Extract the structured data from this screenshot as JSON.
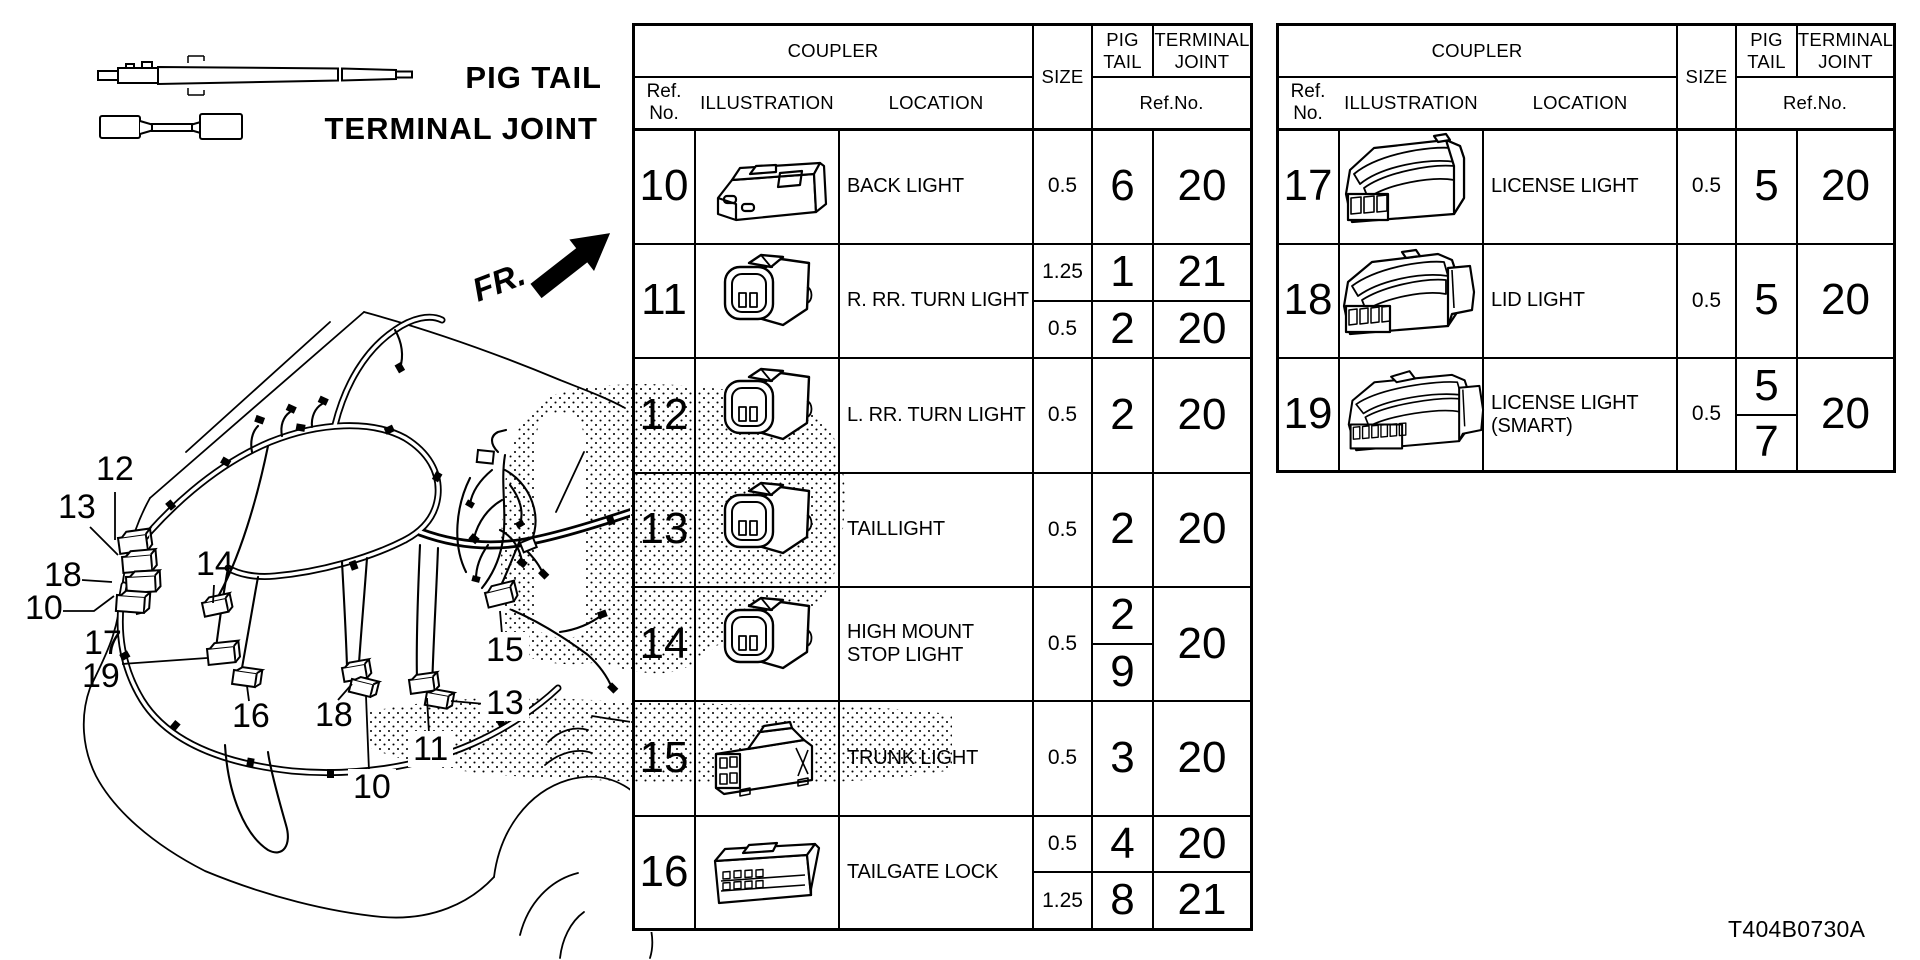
{
  "page": {
    "bg": "#ffffff",
    "ink": "#000000",
    "part_code": "T404B0730A"
  },
  "legend": {
    "pigtail_label": "PIG TAIL",
    "terminal_joint_label": "TERMINAL JOINT",
    "fr_label": "FR."
  },
  "diagram": {
    "callouts": [
      {
        "label": "12"
      },
      {
        "label": "13"
      },
      {
        "label": "18"
      },
      {
        "label": "10"
      },
      {
        "label": "14"
      },
      {
        "label": "17"
      },
      {
        "label": "19"
      },
      {
        "label": "16"
      },
      {
        "label": "18"
      },
      {
        "label": "13"
      },
      {
        "label": "11"
      },
      {
        "label": "10"
      },
      {
        "label": "15"
      }
    ]
  },
  "tables": [
    {
      "header": {
        "coupler": "COUPLER",
        "size": "SIZE",
        "pig_tail_l1": "PIG",
        "pig_tail_l2": "TAIL",
        "terminal_joint_l1": "TERMINAL",
        "terminal_joint_l2": "JOINT",
        "ref_l1": "Ref.",
        "ref_l2": "No.",
        "illustration": "ILLUSTRATION",
        "location": "LOCATION",
        "ref_no_span": "Ref.No."
      },
      "rows": [
        {
          "ref": "10",
          "location_l1": "BACK LIGHT",
          "location_l2": "",
          "entries": [
            {
              "size": "0.5",
              "pig": "6",
              "joint": "20"
            }
          ]
        },
        {
          "ref": "11",
          "location_l1": "R. RR. TURN LIGHT",
          "location_l2": "",
          "entries": [
            {
              "size": "1.25",
              "pig": "1",
              "joint": "21"
            },
            {
              "size": "0.5",
              "pig": "2",
              "joint": "20"
            }
          ]
        },
        {
          "ref": "12",
          "location_l1": "L. RR. TURN LIGHT",
          "location_l2": "",
          "entries": [
            {
              "size": "0.5",
              "pig": "2",
              "joint": "20"
            }
          ]
        },
        {
          "ref": "13",
          "location_l1": "TAILLIGHT",
          "location_l2": "",
          "entries": [
            {
              "size": "0.5",
              "pig": "2",
              "joint": "20"
            }
          ]
        },
        {
          "ref": "14",
          "location_l1": "HIGH MOUNT",
          "location_l2": "STOP LIGHT",
          "entries": [
            {
              "size": "0.5",
              "pig": "2",
              "joint": "20"
            },
            {
              "pig": "9"
            }
          ]
        },
        {
          "ref": "15",
          "location_l1": "TRUNK LIGHT",
          "location_l2": "",
          "entries": [
            {
              "size": "0.5",
              "pig": "3",
              "joint": "20"
            }
          ]
        },
        {
          "ref": "16",
          "location_l1": "TAILGATE LOCK",
          "location_l2": "",
          "entries": [
            {
              "size": "0.5",
              "pig": "4",
              "joint": "20"
            },
            {
              "size": "1.25",
              "pig": "8",
              "joint": "21"
            }
          ]
        }
      ]
    },
    {
      "header": {
        "coupler": "COUPLER",
        "size": "SIZE",
        "pig_tail_l1": "PIG",
        "pig_tail_l2": "TAIL",
        "terminal_joint_l1": "TERMINAL",
        "terminal_joint_l2": "JOINT",
        "ref_l1": "Ref.",
        "ref_l2": "No.",
        "illustration": "ILLUSTRATION",
        "location": "LOCATION",
        "ref_no_span": "Ref.No."
      },
      "rows": [
        {
          "ref": "17",
          "location_l1": "LICENSE LIGHT",
          "location_l2": "",
          "entries": [
            {
              "size": "0.5",
              "pig": "5",
              "joint": "20"
            }
          ]
        },
        {
          "ref": "18",
          "location_l1": "LID LIGHT",
          "location_l2": "",
          "entries": [
            {
              "size": "0.5",
              "pig": "5",
              "joint": "20"
            }
          ]
        },
        {
          "ref": "19",
          "location_l1": "LICENSE LIGHT",
          "location_l2": "(SMART)",
          "entries": [
            {
              "size": "0.5",
              "pig": "5",
              "joint": "20"
            },
            {
              "pig": "7"
            }
          ]
        }
      ]
    }
  ]
}
